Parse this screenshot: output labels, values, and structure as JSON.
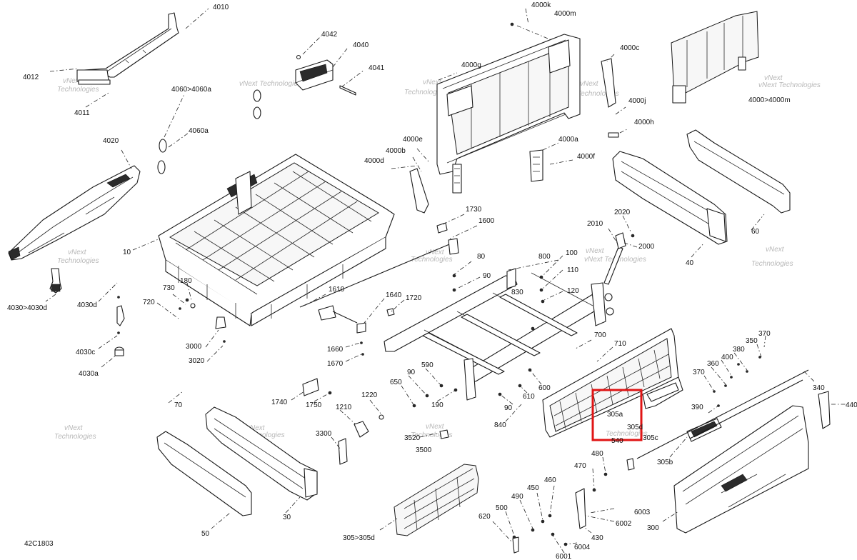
{
  "diagram_code": "42C1803",
  "watermark": {
    "line1": "vNext",
    "line2": "Technologies",
    "inline": "vNext Technologies"
  },
  "highlight_color": "#e01515",
  "labels": {
    "l4010": "4010",
    "l4012": "4012",
    "l4011": "4011",
    "l4042": "4042",
    "l4040": "4040",
    "l4041": "4041",
    "l4060_4060a": "4060>4060a",
    "l4060a": "4060a",
    "l4020": "4020",
    "l10": "10",
    "l4030_4030d": "4030>4030d",
    "l4030d": "4030d",
    "l4030c": "4030c",
    "l4030a": "4030a",
    "l730": "730",
    "l720": "720",
    "l180": "180",
    "l3000": "3000",
    "l3020": "3020",
    "l4000k": "4000k",
    "l4000m": "4000m",
    "l4000g": "4000g",
    "l4000e": "4000e",
    "l4000b": "4000b",
    "l4000d": "4000d",
    "l4000c": "4000c",
    "l4000j": "4000j",
    "l4000h": "4000h",
    "l4000a": "4000a",
    "l4000f": "4000f",
    "l4000_4000m": "4000>4000m",
    "l60": "60",
    "l40": "40",
    "l1730": "1730",
    "l1600": "1600",
    "l80": "80",
    "l90a": "90",
    "l800": "800",
    "l100": "100",
    "l110": "110",
    "l120": "120",
    "l830": "830",
    "l2020": "2020",
    "l2010": "2010",
    "l2000": "2000",
    "l1610": "1610",
    "l1640": "1640",
    "l1720": "1720",
    "l1660": "1660",
    "l1670": "1670",
    "l700": "700",
    "l710": "710",
    "l590": "590",
    "l90b": "90",
    "l650": "650",
    "l190": "190",
    "l600": "600",
    "l610": "610",
    "l90c": "90",
    "l840": "840",
    "l1740": "1740",
    "l1750": "1750",
    "l1220": "1220",
    "l1210": "1210",
    "l70": "70",
    "l3300": "3300",
    "l3520": "3520",
    "l3500": "3500",
    "l30": "30",
    "l50": "50",
    "l305_305d": "305>305d",
    "l305a": "305a",
    "l305d": "305d",
    "l305c": "305c",
    "l305b": "305b",
    "l540": "540",
    "l350": "350",
    "l370a": "370",
    "l380": "380",
    "l400": "400",
    "l360": "360",
    "l370b": "370",
    "l390": "390",
    "l340": "340",
    "l440": "440",
    "l480": "480",
    "l470": "470",
    "l460": "460",
    "l450": "450",
    "l490": "490",
    "l500": "500",
    "l620": "620",
    "l6003": "6003",
    "l6002": "6002",
    "l430": "430",
    "l6004": "6004",
    "l6001": "6001",
    "l300": "300"
  }
}
